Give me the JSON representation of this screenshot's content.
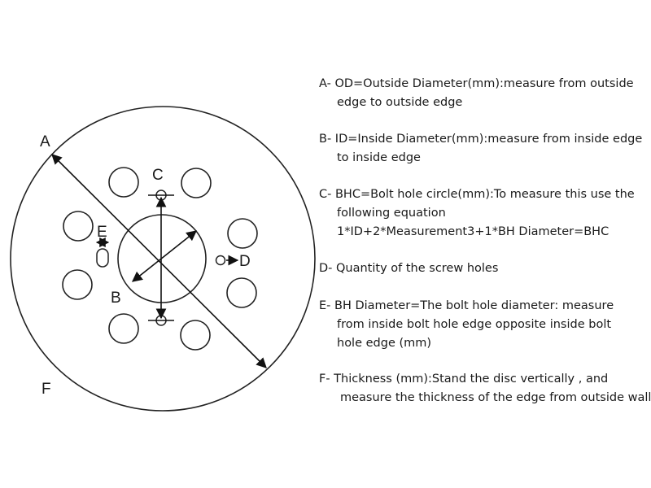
{
  "diagram": {
    "labels": {
      "a": "A",
      "b": "B",
      "c": "C",
      "d": "D",
      "e": "E",
      "f": "F"
    }
  },
  "legend": {
    "a": [
      "A- OD=Outside Diameter(mm):measure from outside",
      "edge to outside edge"
    ],
    "b": [
      "B- ID=Inside Diameter(mm):measure from inside edge",
      "to inside edge"
    ],
    "c": [
      "C- BHC=Bolt hole circle(mm):To measure this use the",
      "following equation",
      "1*ID+2*Measurement3+1*BH Diameter=BHC"
    ],
    "d": [
      "D- Quantity of the screw holes"
    ],
    "e": [
      "E- BH Diameter=The bolt hole diameter: measure",
      "from inside bolt hole edge opposite inside bolt",
      "hole edge (mm)"
    ],
    "f": [
      "F- Thickness (mm):Stand the disc vertically , and",
      "measure the thickness of the edge from outside wall"
    ]
  }
}
